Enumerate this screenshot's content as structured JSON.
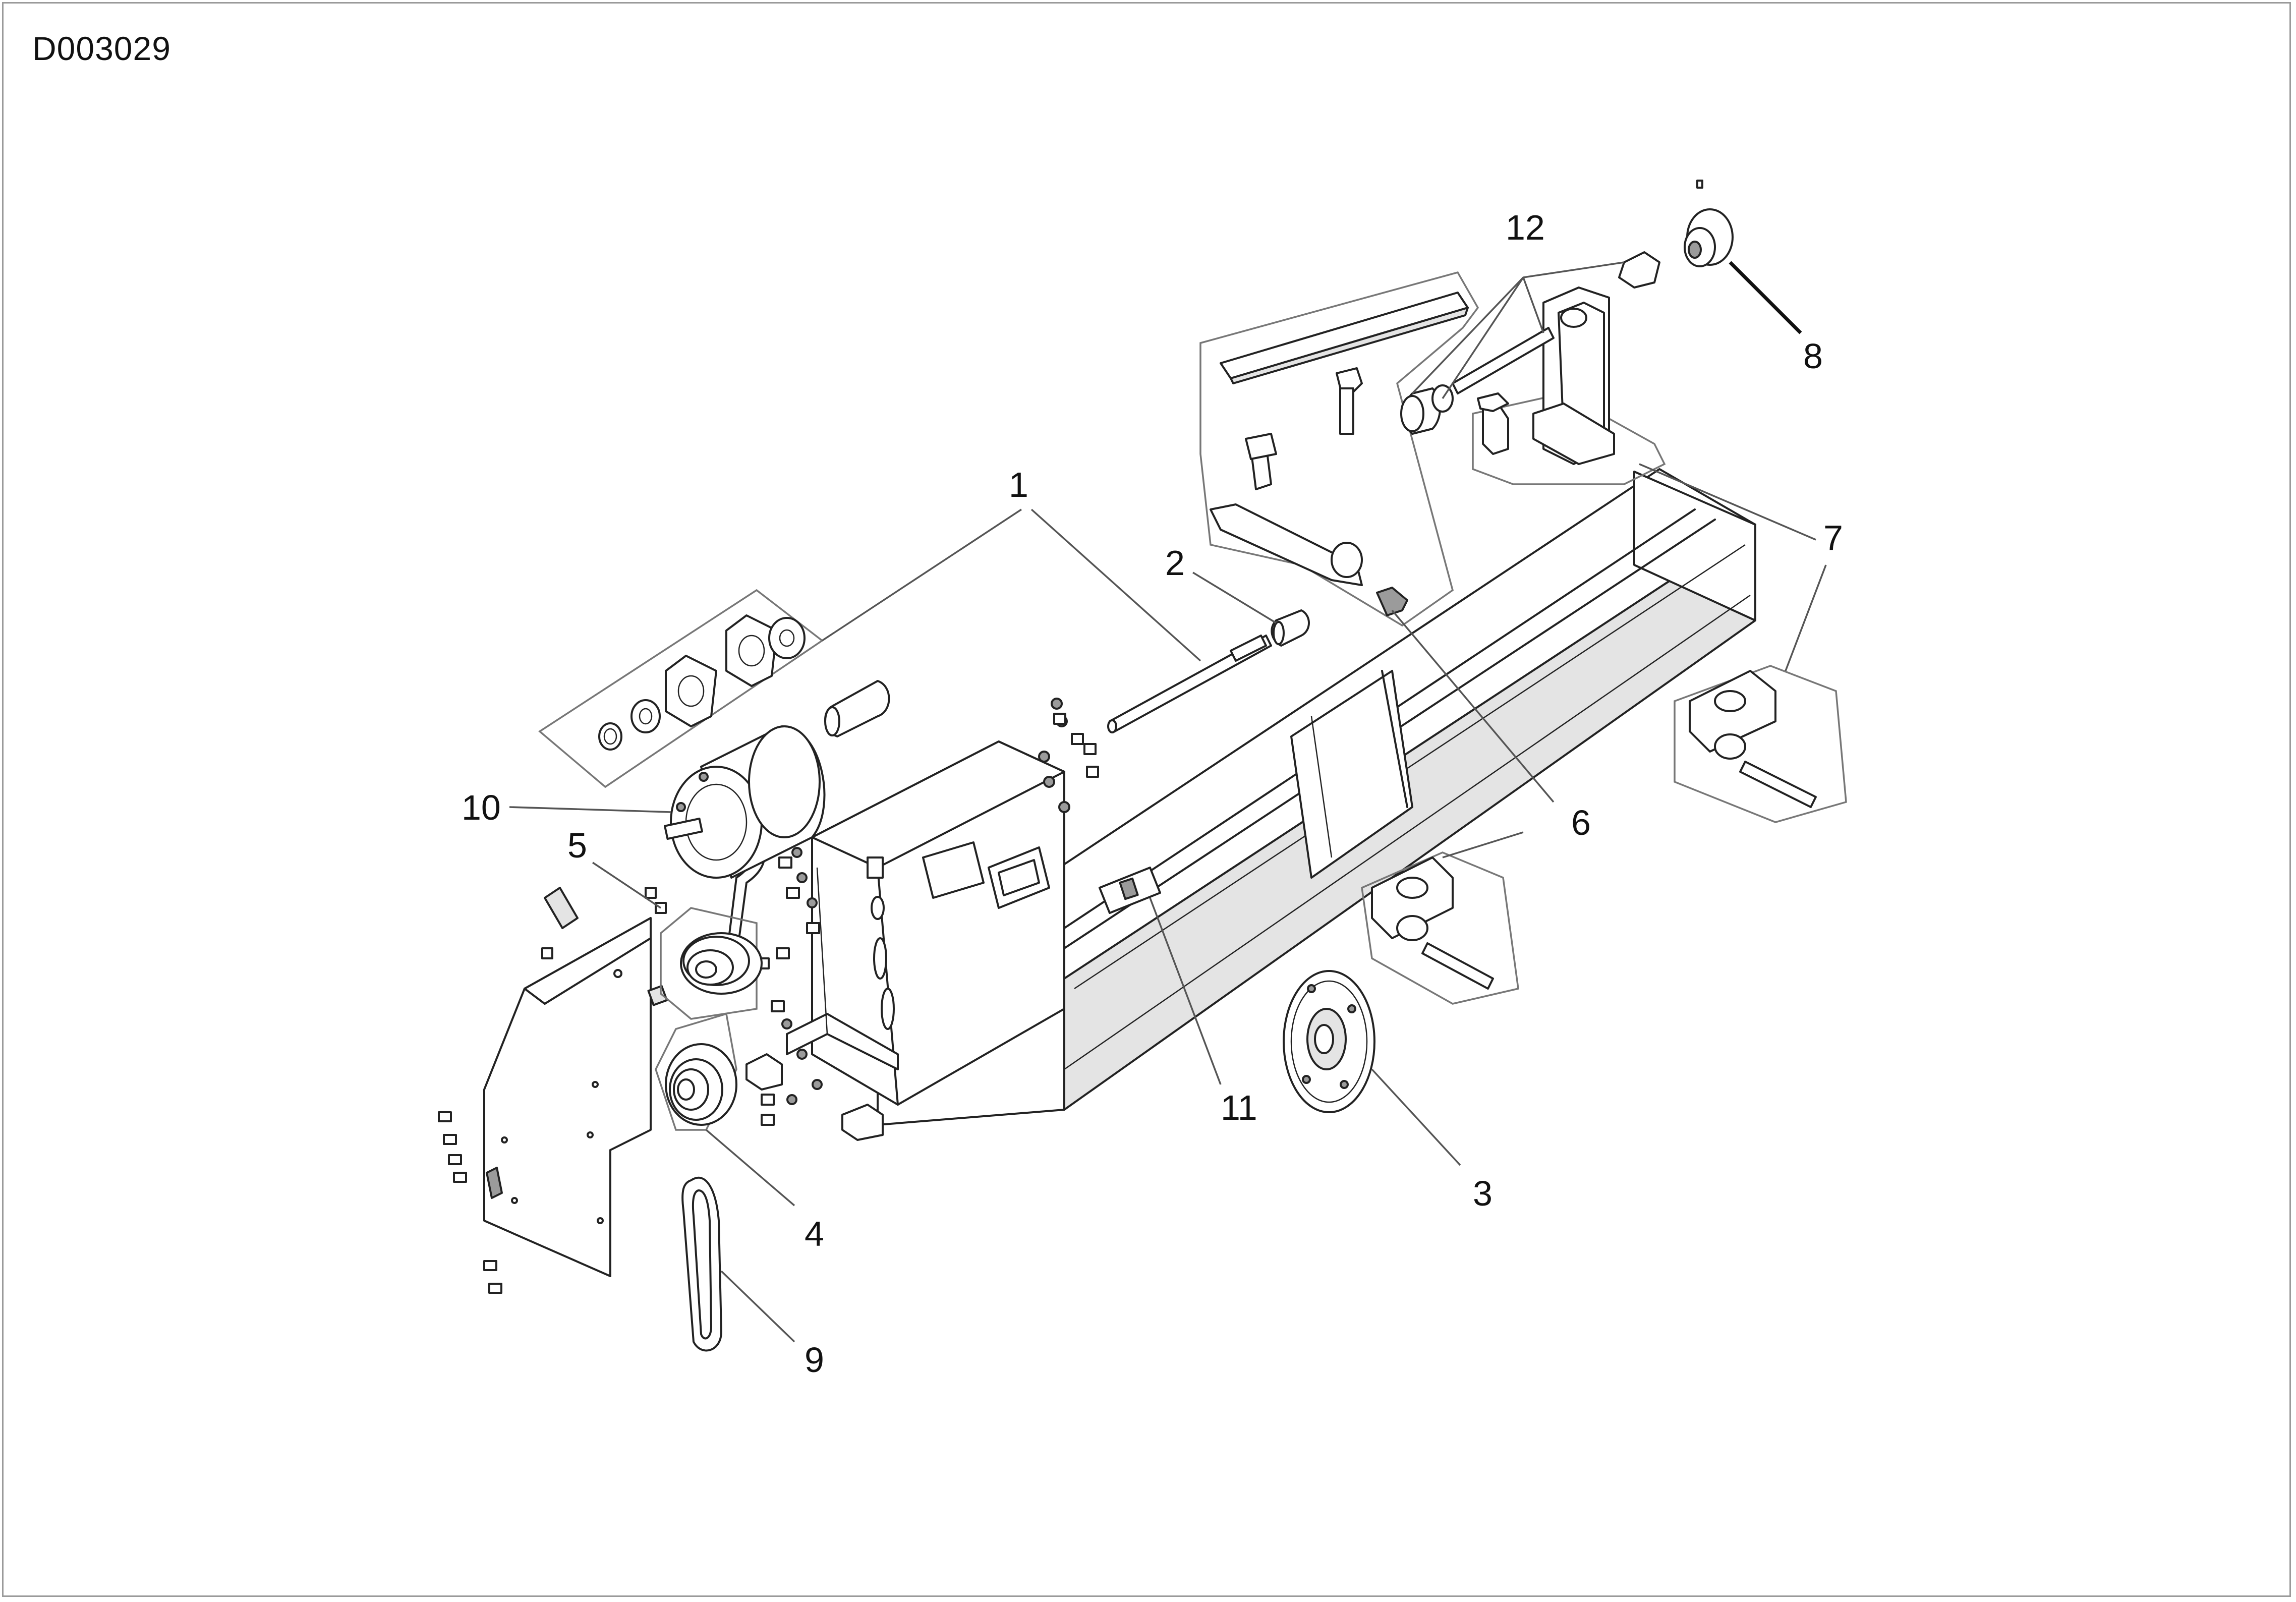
{
  "drawing_code": "D003029",
  "callouts": [
    "1",
    "2",
    "3",
    "4",
    "5",
    "6",
    "7",
    "8",
    "9",
    "10",
    "11",
    "12"
  ]
}
